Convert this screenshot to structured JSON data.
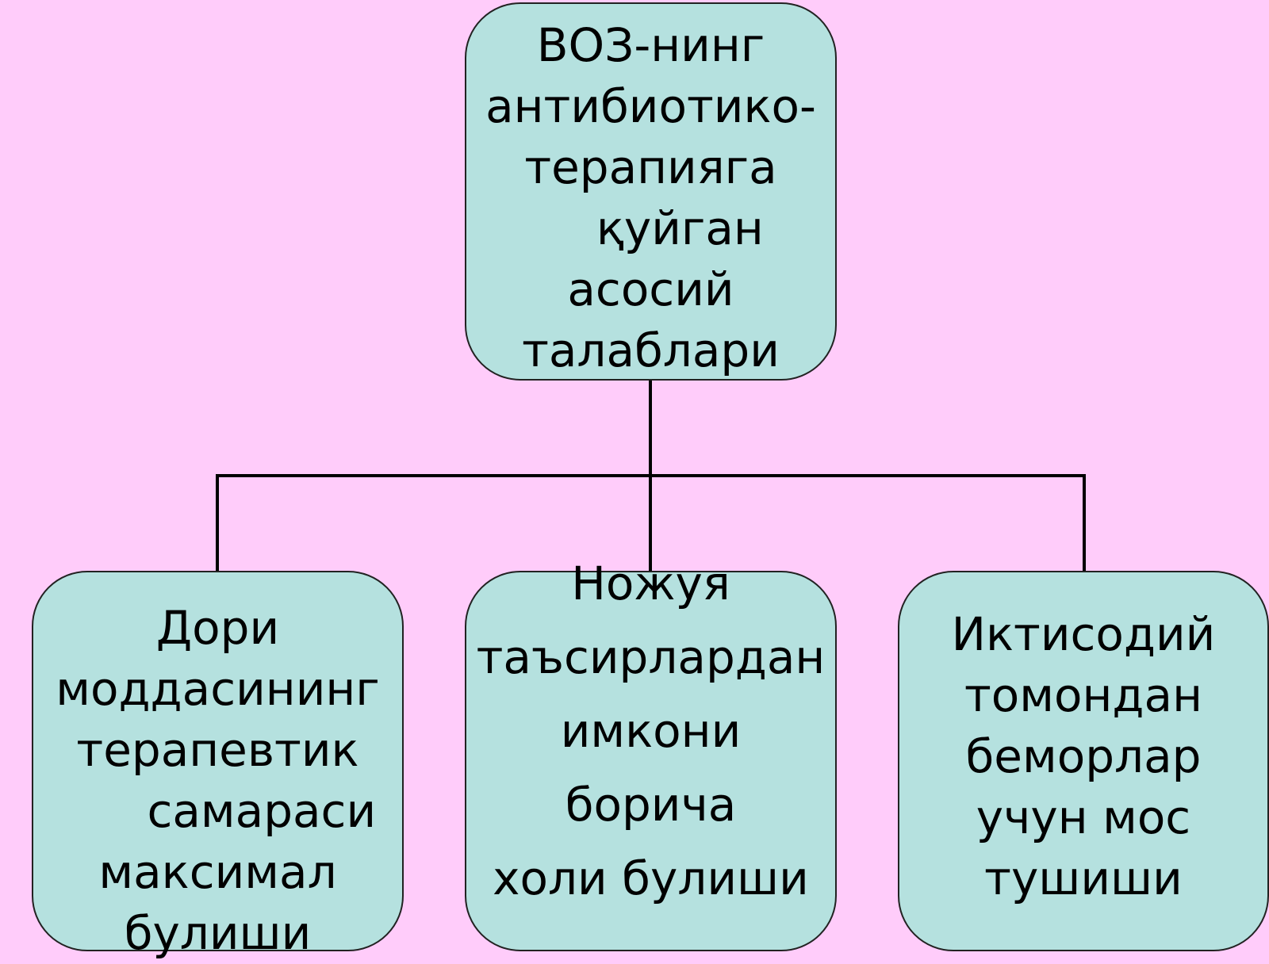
{
  "diagram": {
    "colors": {
      "background": "#ffccfa",
      "node_fill": "#b5e1df",
      "line": "#000000"
    },
    "root": {
      "lines": [
        "ВОЗ-нинг",
        "антибиотико-",
        "терапияга",
        "    қуйган",
        "асосий",
        "талаблари"
      ]
    },
    "children": [
      {
        "lines": [
          "Дори",
          "моддасининг",
          "терапевтик",
          "      самараси",
          "максимал",
          "булиши"
        ]
      },
      {
        "lines": [
          "Ножуя",
          "таъсирлардан",
          "имкони",
          "борича",
          "холи булиши"
        ]
      },
      {
        "lines": [
          "Иктисодий",
          "томондан",
          "беморлар",
          "учун мос",
          "тушиши"
        ]
      }
    ]
  }
}
